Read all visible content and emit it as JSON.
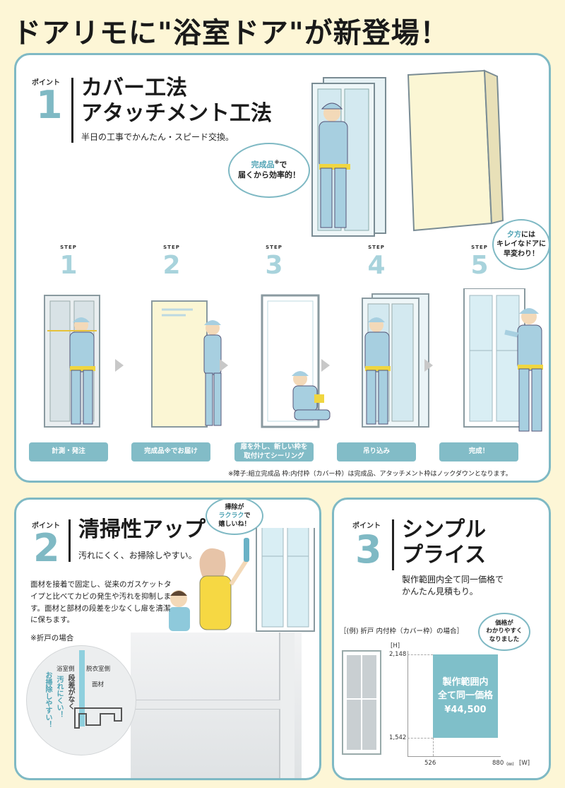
{
  "title": "ドアリモに\"浴室ドア\"が新登場！",
  "point1": {
    "label": "ポイント",
    "number": "1",
    "heading_line1": "カバー工法",
    "heading_line2": "アタッチメント工法",
    "subtitle": "半日の工事でかんたん・スピード交換。",
    "bubble_accent": "完成品",
    "bubble_mark": "※",
    "bubble_rest": "で",
    "bubble_line2": "届くから効率的！",
    "bubble5_accent": "夕方",
    "bubble5_rest": "には",
    "bubble5_line2": "キレイなドアに",
    "bubble5_line3": "早変わり！",
    "steps": [
      {
        "label": "STEP",
        "number": "1",
        "caption": "計測・発注"
      },
      {
        "label": "STEP",
        "number": "2",
        "caption": "完成品※でお届け"
      },
      {
        "label": "STEP",
        "number": "3",
        "caption_line1": "扉を外し、新しい枠を",
        "caption_line2": "取付けてシーリング"
      },
      {
        "label": "STEP",
        "number": "4",
        "caption": "吊り込み"
      },
      {
        "label": "STEP",
        "number": "5",
        "caption": "完成！"
      }
    ],
    "footnote": "※障子:組立完成品 枠:内付枠（カバー枠）は完成品、アタッチメント枠はノックダウンとなります。"
  },
  "point2": {
    "label": "ポイント",
    "number": "2",
    "heading": "清掃性アップ",
    "subtitle": "汚れにくく、お掃除しやすい。",
    "bubble_line1": "掃除が",
    "bubble_accent": "ラクラク",
    "bubble_rest": "で",
    "bubble_line3": "嬉しいね！",
    "body_line1": "面材を接着で固定し、従来のガスケットタ",
    "body_line2": "イプと比べてカビの発生や汚れを抑制しま",
    "body_line3": "す。面材と部材の段差を少なくし扉を清潔",
    "body_line4": "に保ちます。",
    "note": "※折戸の場合",
    "diagram": {
      "label_bath": "浴室側",
      "label_dressing": "脱衣室側",
      "label_panel": "面材",
      "label_step": "段差がなく",
      "label_dirt": "汚れにくい！",
      "label_clean": "お掃除しやすい！"
    }
  },
  "point3": {
    "label": "ポイント",
    "number": "3",
    "heading_line1": "シンプル",
    "heading_line2": "プライス",
    "subtitle_line1": "製作範囲内全て同一価格で",
    "subtitle_line2": "かんたん見積もり。",
    "chart_caption": "［(例) 折戸 内付枠（カバー枠）の場合］",
    "bubble_line1": "価格が",
    "bubble_line2": "わかりやすく",
    "bubble_line3": "なりました",
    "range_line1": "製作範囲内",
    "range_line2": "全て同一価格",
    "price": "¥44,500",
    "axis_h_unit": "[H]",
    "h_max": "2,148",
    "h_min": "1,542",
    "w_min": "526",
    "w_max": "880",
    "w_unit_small": "(㎜)",
    "w_unit": "[W]"
  },
  "colors": {
    "accent": "#7fb9c4",
    "step_button": "#82bcc7",
    "background": "#fdf6d6",
    "range_box": "#7fbfc9"
  }
}
